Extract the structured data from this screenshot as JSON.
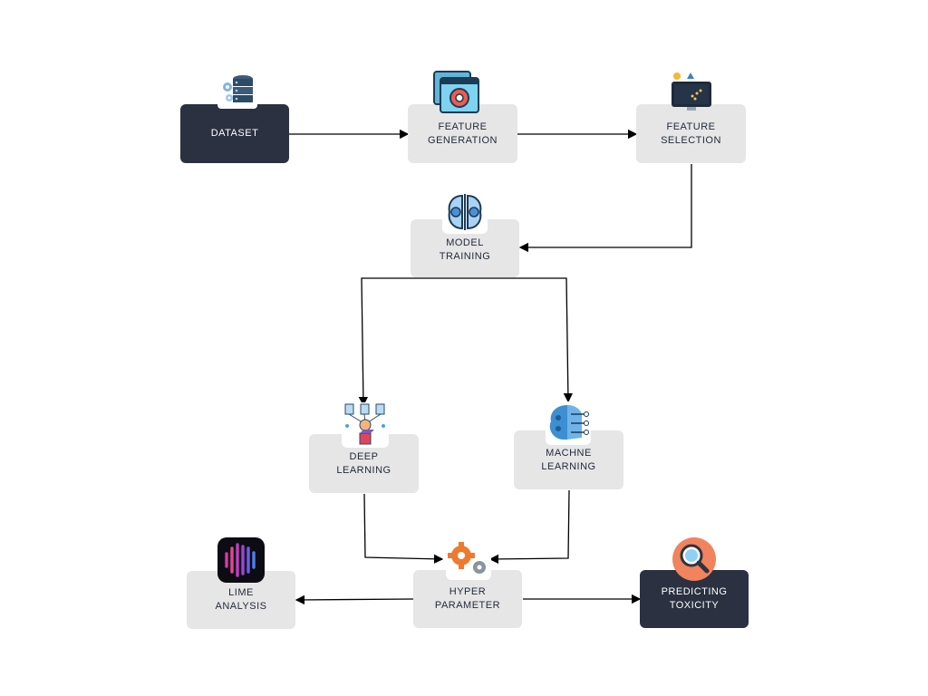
{
  "nodes": {
    "dataset": {
      "label": "DATASET",
      "icon": "database-gear-icon"
    },
    "feature_generation": {
      "label": "FEATURE\nGENERATION",
      "icon": "window-gear-icon"
    },
    "feature_selection": {
      "label": "FEATURE\nSELECTION",
      "icon": "monitor-chart-icon"
    },
    "model_training": {
      "label": "MODEL\nTRAINING",
      "icon": "brain-circuit-icon"
    },
    "deep_learning": {
      "label": "DEEP\nLEARNING",
      "icon": "neural-network-icon"
    },
    "machine_learning": {
      "label": "MACHNE\nLEARNING",
      "icon": "brain-network-icon"
    },
    "hyper_parameter": {
      "label": "HYPER\nPARAMETER",
      "icon": "gears-icon"
    },
    "lime_analysis": {
      "label": "LIME\nANALYSIS",
      "icon": "lime-logo-icon"
    },
    "predicting_toxicity": {
      "label": "PREDICTING\nTOXICITY",
      "icon": "magnifier-icon"
    }
  },
  "edges": [
    {
      "from": "dataset",
      "to": "feature_generation"
    },
    {
      "from": "feature_generation",
      "to": "feature_selection"
    },
    {
      "from": "feature_selection",
      "to": "model_training"
    },
    {
      "from": "model_training",
      "to": "deep_learning"
    },
    {
      "from": "model_training",
      "to": "machine_learning"
    },
    {
      "from": "deep_learning",
      "to": "hyper_parameter"
    },
    {
      "from": "machine_learning",
      "to": "hyper_parameter"
    },
    {
      "from": "hyper_parameter",
      "to": "lime_analysis"
    },
    {
      "from": "hyper_parameter",
      "to": "predicting_toxicity"
    }
  ],
  "colors": {
    "dark_box": "#2b3140",
    "light_box": "#e6e6e7",
    "arrow": "#000000"
  }
}
